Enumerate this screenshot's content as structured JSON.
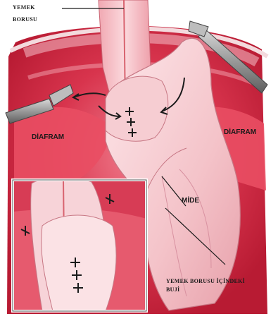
{
  "labels": {
    "esophagus_line1": "YEMEK",
    "esophagus_line2": "BORUSU",
    "diaphragm_left": "DİAFRAM",
    "diaphragm_right": "DİAFRAM",
    "stomach": "MİDE",
    "bougie_line1": "YEMEK BORUSU İÇİNDEKİ",
    "bougie_line2": "BUJİ"
  },
  "colors": {
    "tissue_dark": "#c8243c",
    "tissue_mid": "#e0566c",
    "tissue_light": "#f3b7bf",
    "tissue_pale": "#fbe2e5",
    "instrument": "#8a8a8a",
    "label": "#1a1a1a"
  },
  "icons": {
    "suture": "suture-stitch-icon",
    "arrow": "curved-arrow-icon",
    "grasper": "laparoscopic-grasper-icon"
  }
}
